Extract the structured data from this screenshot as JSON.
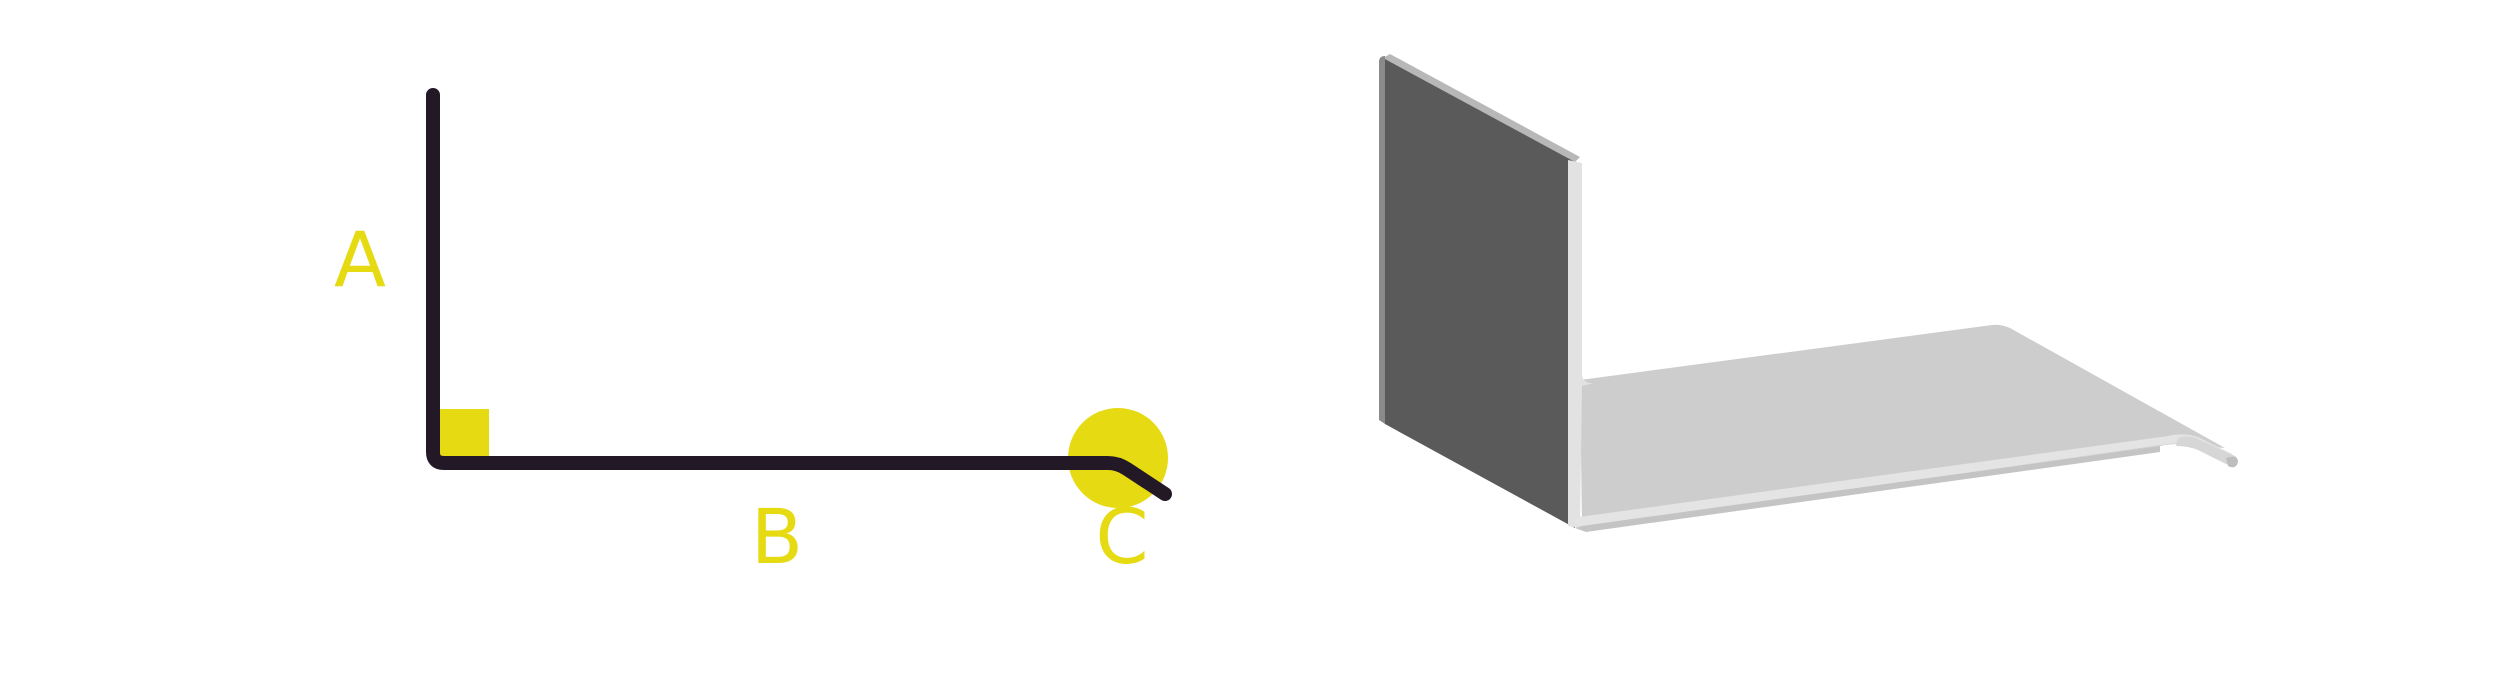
{
  "profile_diagram": {
    "labels": {
      "a": "A",
      "b": "B",
      "c": "C"
    },
    "colors": {
      "line": "#221826",
      "accent": "#e6da12"
    },
    "angles": {
      "corner_ab": "right-angle",
      "corner_bc": "obtuse-bend"
    }
  },
  "render_3d": {
    "colors": {
      "face_dark": "#5a5a5a",
      "face_light": "#cdcdcd",
      "edge_highlight": "#e4e4e4"
    }
  }
}
